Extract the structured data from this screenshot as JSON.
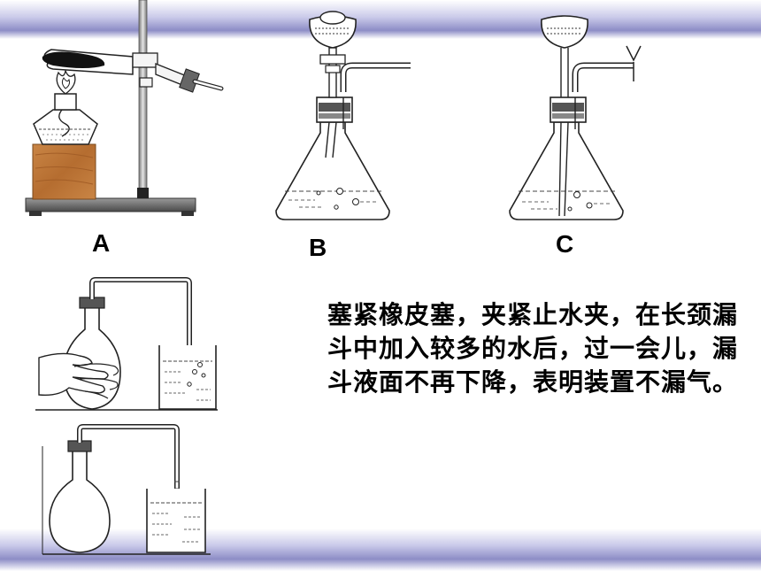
{
  "labels": {
    "a": "A",
    "b": "B",
    "c": "C"
  },
  "caption": "塞紧橡皮塞，夹紧止水夹，在长颈漏斗中加入较多的水后，过一会儿，漏斗液面不再下降，表明装置不漏气。",
  "colors": {
    "band": "#8d8dc6",
    "wood": "#c0793d",
    "flame": "#d97a1c"
  }
}
